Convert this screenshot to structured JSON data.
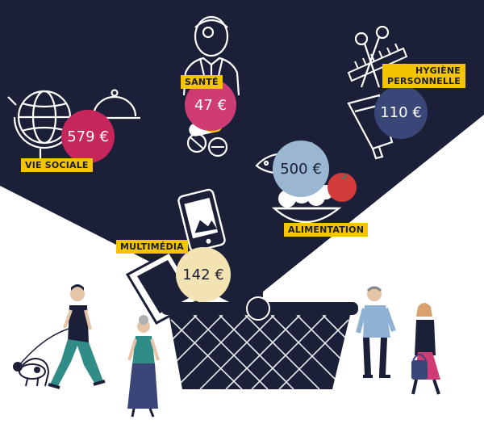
{
  "colors": {
    "navy": "#1b1f37",
    "crimson": "#c7265c",
    "rose": "#cf3b73",
    "slate_blue": "#3a4677",
    "light_blue": "#9bb6d0",
    "cream": "#f3e2b2",
    "yellow": "#f5c400",
    "tomato": "#d33a3a",
    "teal": "#2f8c86"
  },
  "categories": [
    {
      "id": "vie-sociale",
      "label": "VIE SOCIALE",
      "amount": "579 €",
      "color": "crimson",
      "icons": [
        "globe-icon",
        "serving-cloche-icon"
      ]
    },
    {
      "id": "sante",
      "label": "SANTÉ",
      "amount": "47 €",
      "color": "rose",
      "icons": [
        "doctor-icon",
        "pills-icon"
      ]
    },
    {
      "id": "hygiene",
      "label_lines": [
        "HYGIÈNE",
        "PERSONNELLE"
      ],
      "amount": "110 €",
      "color": "slate_blue",
      "icons": [
        "scissors-icon",
        "comb-icon",
        "toothpaste-icon"
      ]
    },
    {
      "id": "alimentation",
      "label": "ALIMENTATION",
      "amount": "500 €",
      "color": "light_blue",
      "icons": [
        "fish-icon",
        "food-bowl-icon",
        "tomato-icon"
      ]
    },
    {
      "id": "multimedia",
      "label": "MULTIMÉDIA",
      "amount": "142 €",
      "color": "cream",
      "icons": [
        "smartphone-icon",
        "laptop-icon"
      ]
    }
  ],
  "people": [
    "person-walking-dog",
    "woman-teal-dress",
    "man-blue-sweater",
    "woman-with-bag"
  ]
}
